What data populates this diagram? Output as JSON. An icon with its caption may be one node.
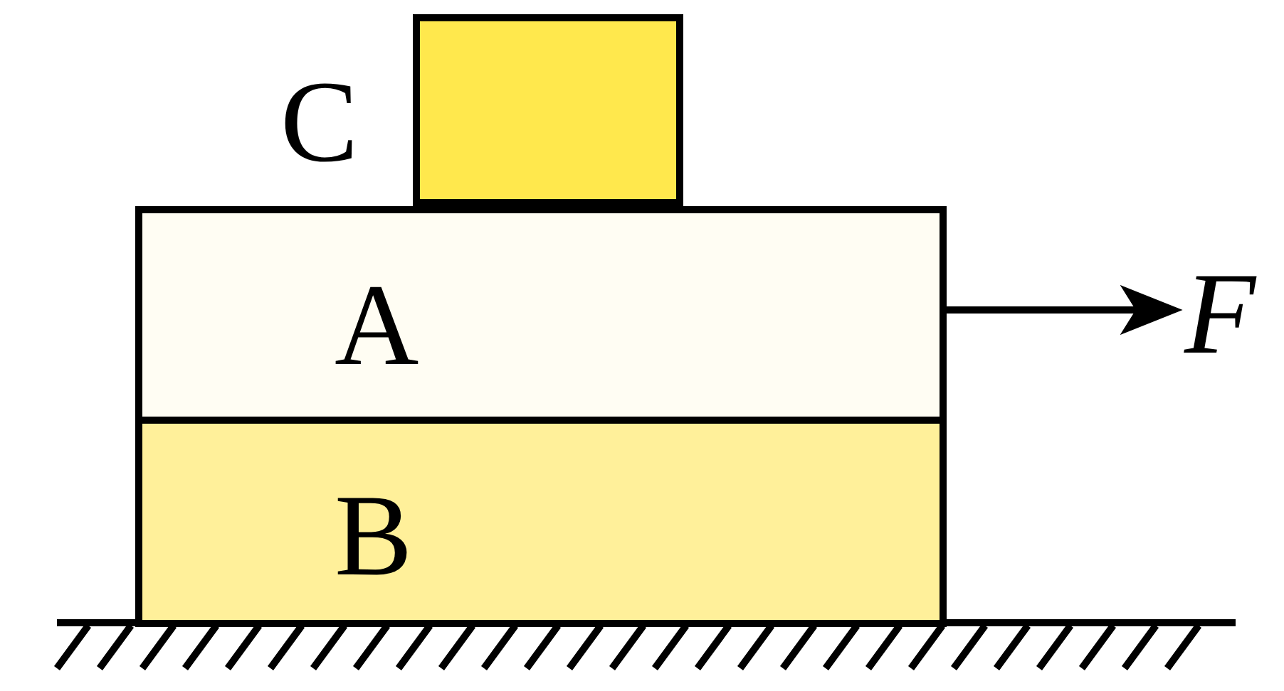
{
  "diagram": {
    "nodes": [
      {
        "text": [
          "C"
        ]
      },
      {
        "text": [
          "A"
        ]
      },
      {
        "text": [
          "B"
        ]
      }
    ],
    "edges": [],
    "labels": [
      "F"
    ]
  }
}
